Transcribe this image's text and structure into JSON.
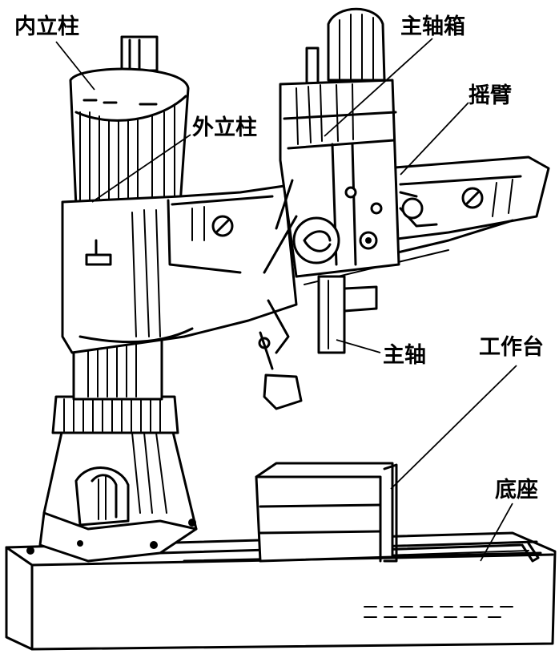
{
  "diagram": {
    "labels": {
      "inner_column": "内立柱",
      "outer_column": "外立柱",
      "spindle_box": "主轴箱",
      "rocker_arm": "摇臂",
      "spindle": "主轴",
      "worktable": "工作台",
      "base": "底座"
    }
  }
}
